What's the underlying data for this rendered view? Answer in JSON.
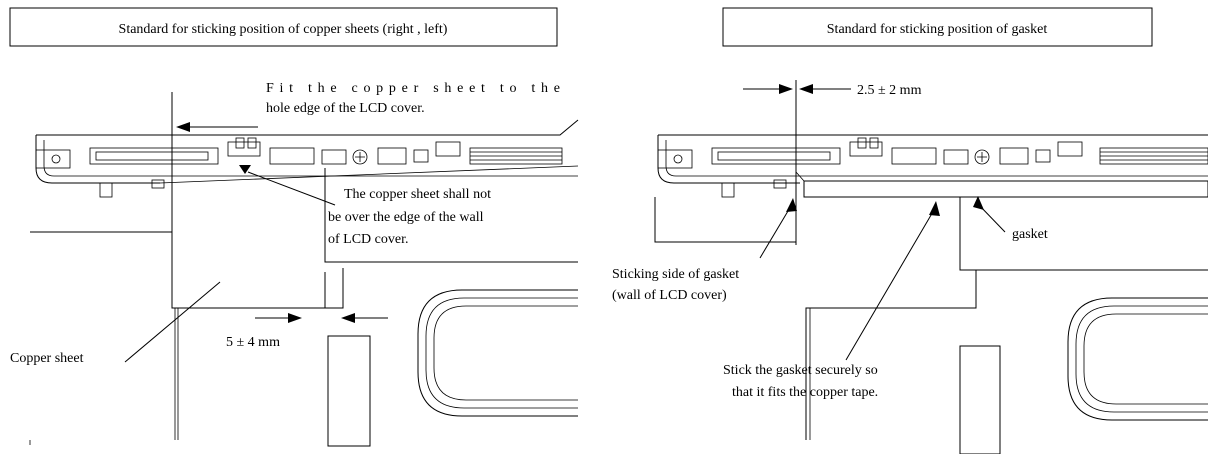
{
  "left_panel": {
    "title": "Standard for sticking position of copper sheets (right , left)",
    "note_fit_line1": "Fit the copper sheet to the",
    "note_fit_line2": "hole edge of the LCD cover.",
    "note_wall_line1": "The copper sheet shall not",
    "note_wall_line2": "be over the edge of the wall",
    "note_wall_line3": "of LCD cover.",
    "dimension": "5 ± 4 mm",
    "label_copper": "Copper sheet"
  },
  "right_panel": {
    "title": "Standard for sticking position of gasket",
    "dimension": "2.5 ± 2 mm",
    "label_gasket": "gasket",
    "label_side_line1": "Sticking side of gasket",
    "label_side_line2": "(wall of LCD cover)",
    "note_stick_line1": "Stick the gasket securely so",
    "note_stick_line2": "that it fits the copper tape."
  }
}
